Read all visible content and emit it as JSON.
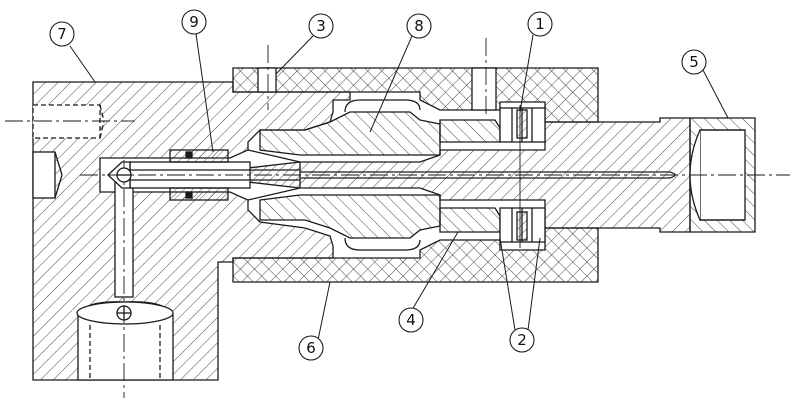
{
  "diagram": {
    "callouts": [
      {
        "id": "c7",
        "label": "7"
      },
      {
        "id": "c9",
        "label": "9"
      },
      {
        "id": "c3",
        "label": "3"
      },
      {
        "id": "c8",
        "label": "8"
      },
      {
        "id": "c1",
        "label": "1"
      },
      {
        "id": "c5",
        "label": "5"
      },
      {
        "id": "c6",
        "label": "6"
      },
      {
        "id": "c4",
        "label": "4"
      },
      {
        "id": "c2",
        "label": "2"
      }
    ]
  },
  "colors": {
    "line": "#1a1a1a",
    "background": "#ffffff"
  }
}
